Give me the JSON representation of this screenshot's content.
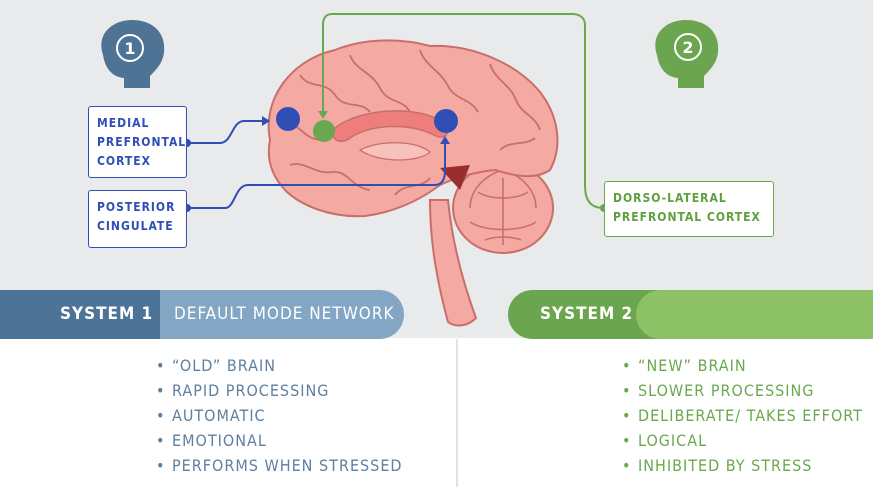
{
  "badges": {
    "left_number": "1",
    "right_number": "2"
  },
  "labels": {
    "medial": [
      "MEDIAL",
      "PREFRONTAL",
      "CORTEX"
    ],
    "posterior": [
      "POSTERIOR",
      "CINGULATE"
    ],
    "dorso": [
      "DORSO-LATERAL",
      "PREFRONTAL CORTEX"
    ]
  },
  "system1": {
    "title": "SYSTEM 1",
    "subtitle": "DEFAULT MODE NETWORK",
    "items": [
      "“OLD” BRAIN",
      "RAPID PROCESSING",
      "AUTOMATIC",
      "EMOTIONAL",
      "PERFORMS WHEN STRESSED"
    ]
  },
  "system2": {
    "title": "SYSTEM 2",
    "subtitle": "",
    "items": [
      "“NEW” BRAIN",
      "SLOWER PROCESSING",
      "DELIBERATE/ TAKES EFFORT",
      "LOGICAL",
      "INHIBITED BY STRESS"
    ]
  },
  "colors": {
    "system1_dark": "#4d7496",
    "system1_light": "#82a6c4",
    "system2_dark": "#6ca54f",
    "system2_light": "#8cc166",
    "blue_marker": "#2f4fb5",
    "green_marker": "#6aa84f",
    "brain": "#f4a9a3"
  },
  "bullet_glyph": "•"
}
